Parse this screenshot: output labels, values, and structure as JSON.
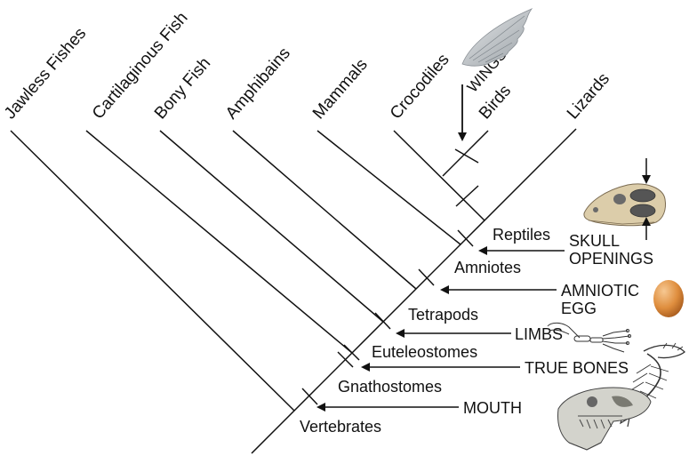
{
  "taxa": [
    {
      "id": "jawless",
      "label": "Jawless Fishes"
    },
    {
      "id": "cartilaginous",
      "label": "Cartilaginous Fish"
    },
    {
      "id": "bony",
      "label": "Bony Fish"
    },
    {
      "id": "amphibians",
      "label": "Amphibains"
    },
    {
      "id": "mammals",
      "label": "Mammals"
    },
    {
      "id": "crocodiles",
      "label": "Crocodiles"
    },
    {
      "id": "birds",
      "label": "Birds"
    },
    {
      "id": "lizards",
      "label": "Lizards"
    }
  ],
  "clades": [
    {
      "id": "vertebrates",
      "label": "Vertebrates"
    },
    {
      "id": "gnathostomes",
      "label": "Gnathostomes"
    },
    {
      "id": "euteleostomes",
      "label": "Euteleostomes"
    },
    {
      "id": "tetrapods",
      "label": "Tetrapods"
    },
    {
      "id": "amniotes",
      "label": "Amniotes"
    },
    {
      "id": "reptiles",
      "label": "Reptiles"
    }
  ],
  "traits": [
    {
      "id": "mouth",
      "label": "MOUTH"
    },
    {
      "id": "true_bones",
      "label": "TRUE BONES"
    },
    {
      "id": "limbs",
      "label": "LIMBS"
    },
    {
      "id": "amniotic_egg",
      "lines": [
        "AMNIOTIC",
        "EGG"
      ]
    },
    {
      "id": "skull_openings",
      "lines": [
        "SKULL",
        "OPENINGS"
      ]
    },
    {
      "id": "wings",
      "label": "WINGS"
    }
  ],
  "illustrations": [
    "wing-icon",
    "skull-icon",
    "egg-icon",
    "limb-bones-icon",
    "fish-skeleton-icon",
    "dinosaur-skull-icon"
  ],
  "colors": {
    "line": "#111111",
    "text": "#111111",
    "egg": "#d88a3a",
    "skull": "#d9c9a3"
  }
}
